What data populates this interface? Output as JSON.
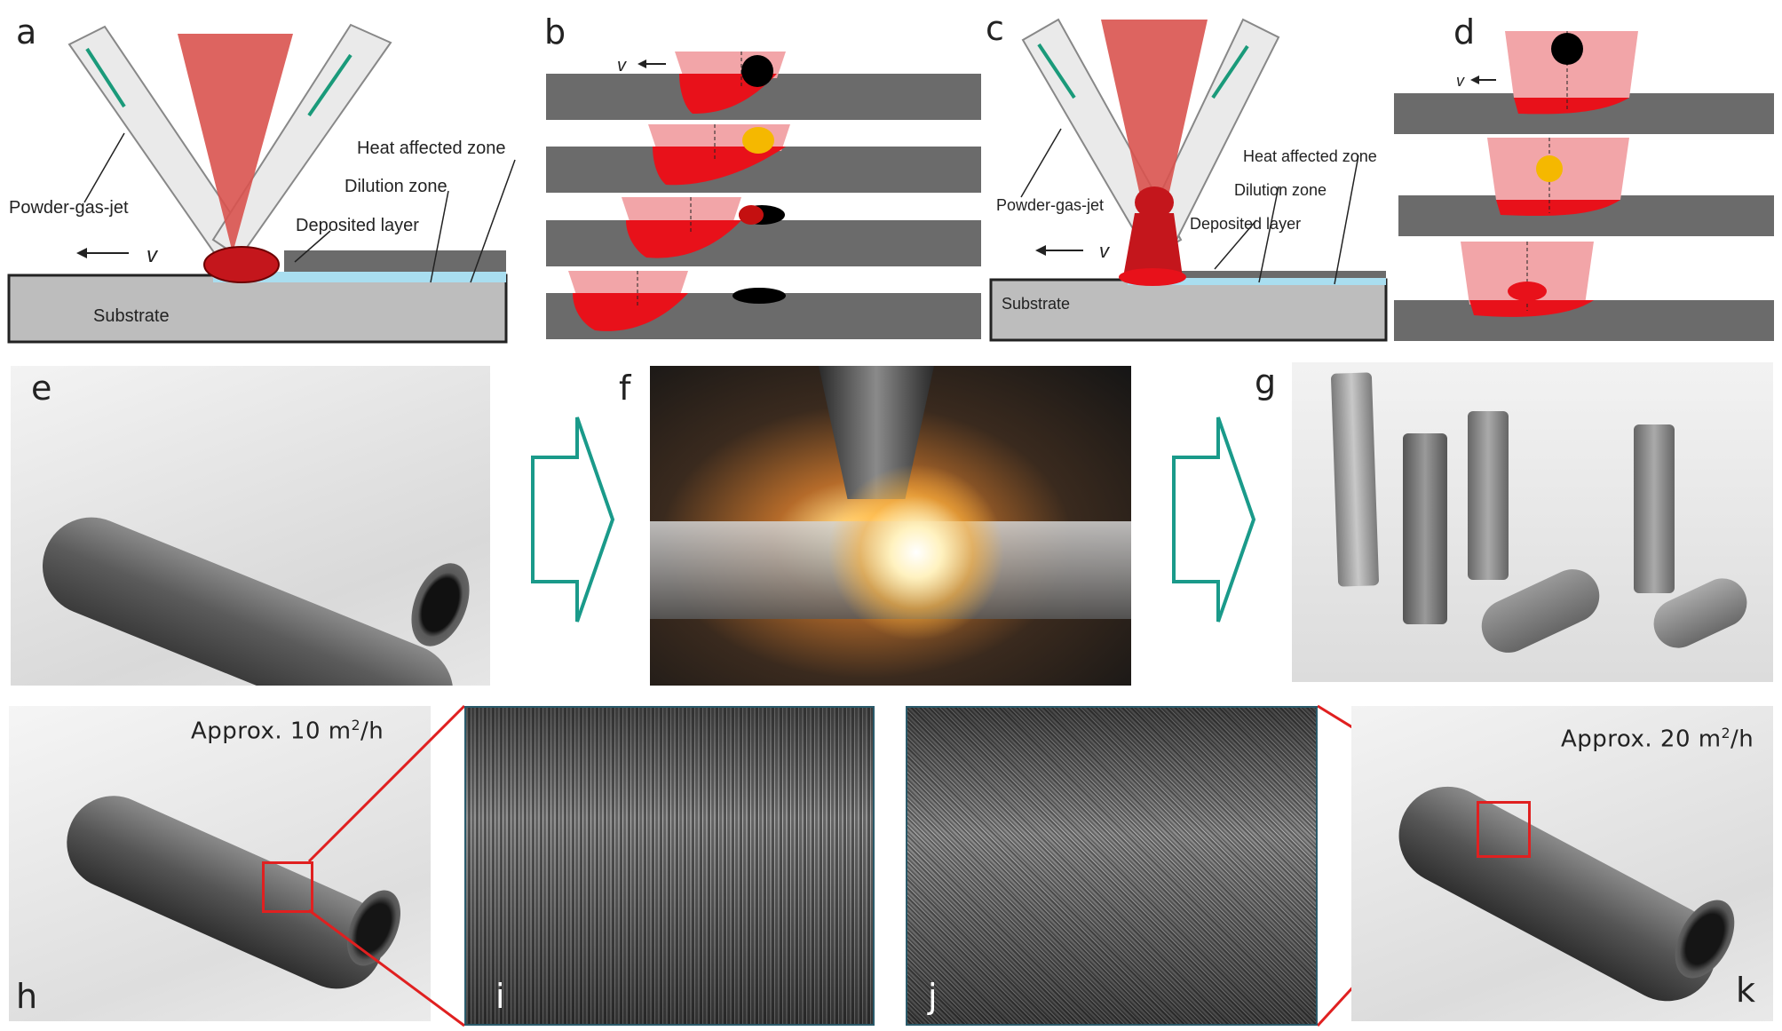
{
  "panel_labels": {
    "a": "a",
    "b": "b",
    "c": "c",
    "d": "d",
    "e": "e",
    "f": "f",
    "g": "g",
    "h": "h",
    "i": "i",
    "j": "j",
    "k": "k"
  },
  "diagram_a": {
    "powder_gas_jet": "Powder-gas-jet",
    "heat_affected_zone": "Heat affected zone",
    "dilution_zone": "Dilution zone",
    "deposited_layer": "Deposited layer",
    "substrate": "Substrate",
    "velocity": "v"
  },
  "diagram_b": {
    "velocity": "v"
  },
  "diagram_c": {
    "powder_gas_jet": "Powder-gas-jet",
    "heat_affected_zone": "Heat affected zone",
    "dilution_zone": "Dilution zone",
    "deposited_layer": "Deposited layer",
    "substrate": "Substrate",
    "velocity": "v"
  },
  "diagram_d": {
    "velocity": "v"
  },
  "rate_h": {
    "prefix": "Approx.  10 m",
    "sup": "2",
    "suffix": "/h"
  },
  "rate_k": {
    "prefix": "Approx.  20 m",
    "sup": "2",
    "suffix": "/h"
  },
  "colors": {
    "laser": "#d9534f",
    "melt": "#e8111a",
    "melt_pool_light": "#f2a5a8",
    "substrate": "#6b6b6b",
    "substrate_light": "#c8c8c8",
    "dilution": "#a9def0",
    "nozzle_line": "#1a9a7a",
    "arrow": "#1a9a8a",
    "zoom_box": "#e02020",
    "particle_hot": "#f5b800"
  }
}
